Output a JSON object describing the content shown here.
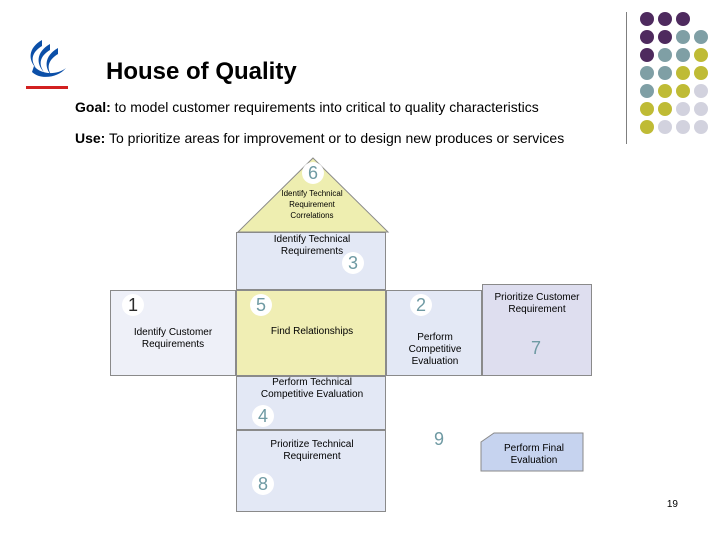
{
  "header": {
    "title": "House of Quality",
    "goal_label": "Goal:",
    "goal_text": "to model customer requirements into critical to quality characteristics",
    "use_label": "Use:",
    "use_text": "To prioritize areas for improvement or to design new produces or services"
  },
  "steps": {
    "s6": {
      "num": "6",
      "label": "Identify Technical Requirement Correlations"
    },
    "s3": {
      "num": "3",
      "label": "Identify Technical Requirements"
    },
    "s1": {
      "num": "1",
      "label": "Identify Customer Requirements"
    },
    "s5": {
      "num": "5",
      "label": "Find Relationships"
    },
    "s2": {
      "num": "2",
      "label": "Perform Competitive Evaluation"
    },
    "s7": {
      "num": "7",
      "label": "Prioritize Customer Requirement"
    },
    "s4": {
      "num": "4",
      "label": "Perform Technical Competitive Evaluation"
    },
    "s8": {
      "num": "8",
      "label": "Prioritize Technical Requirement"
    },
    "s9": {
      "num": "9",
      "label": "Perform Final Evaluation"
    }
  },
  "footer": {
    "page_number": "19"
  },
  "colors": {
    "roof": "#eeeeb0",
    "center": "#f0eeb4",
    "light_blue": "#e3e8f5",
    "pale_blue": "#eef0f8",
    "lavender": "#dedeef",
    "final_eval": "#c6d3ef",
    "dot_purple": "#4e2a5e",
    "dot_teal": "#7f9fa5",
    "dot_olive": "#bfbb35",
    "dot_gray": "#d2d2de"
  }
}
